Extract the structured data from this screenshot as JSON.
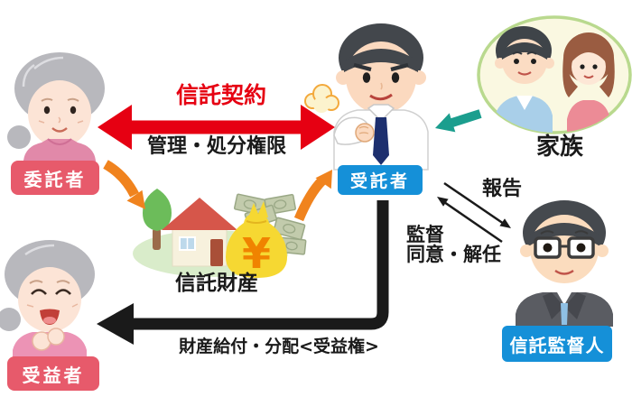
{
  "colors": {
    "red": "#e60012",
    "orange": "#f0831e",
    "teal": "#1b9e8e",
    "ink": "#1a1a1a",
    "pink-label": "#e75a6b",
    "blue-label": "#1590d8"
  },
  "actors": {
    "settlor": {
      "label": "委託者"
    },
    "trustee": {
      "label": "受託者"
    },
    "beneficiary": {
      "label": "受益者"
    },
    "supervisor": {
      "label": "信託監督人"
    },
    "family": {
      "label": "家族"
    }
  },
  "relations": {
    "trust_contract": "信託契約",
    "management_authority": "管理・処分権限",
    "report": "報告",
    "supervision": "監督",
    "consent_dismissal": "同意・解任",
    "distribution": "財産給付・分配<受益権>"
  },
  "property": {
    "label": "信託財産",
    "yen": "¥"
  }
}
